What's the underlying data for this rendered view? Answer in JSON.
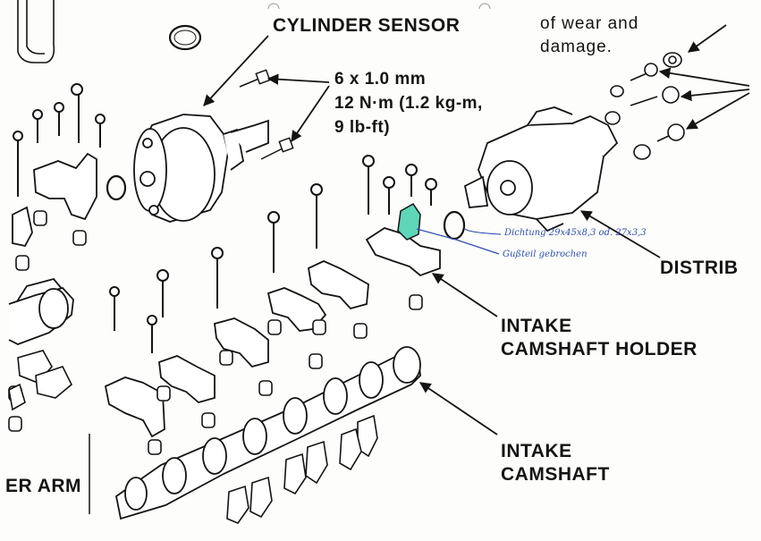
{
  "labels": {
    "cylinder_sensor": "CYLINDER SENSOR",
    "wear_line1": "of wear and",
    "wear_line2": "damage.",
    "spec_line1": "6 x 1.0 mm",
    "spec_line2": "12 N·m (1.2 kg-m,",
    "spec_line3": "9 lb-ft)",
    "distributor": "DISTRIB",
    "intake_holder_line1": "INTAKE",
    "intake_holder_line2": "CAMSHAFT HOLDER",
    "intake_camshaft_line1": "INTAKE",
    "intake_camshaft_line2": "CAMSHAFT",
    "rocker_arm_partial": "ER ARM"
  },
  "handwritten": {
    "seal_note": "Dichtung 29x45x8,3 od. 27x3,3",
    "broken_note": "Gußteil gebrochen"
  },
  "colors": {
    "ink": "#141414",
    "pen": "#2f4fb0",
    "highlight": "#5fd6b8"
  }
}
